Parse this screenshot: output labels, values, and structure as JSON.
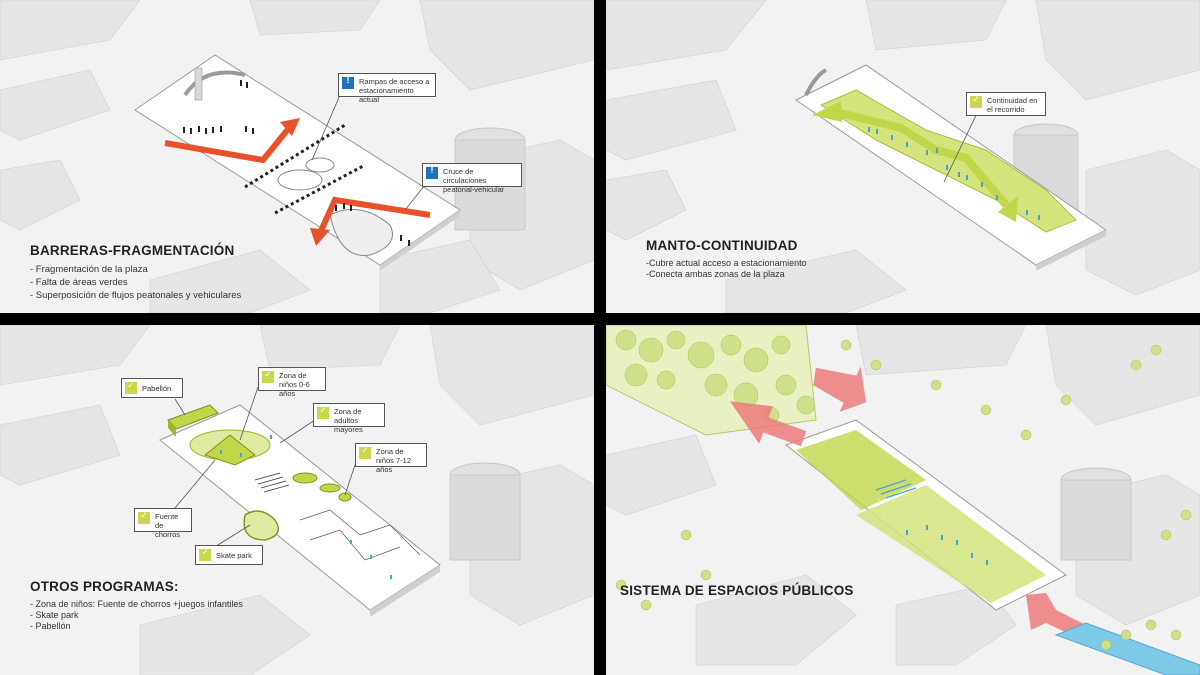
{
  "panels": {
    "barreras": {
      "title": "BARRERAS-FRAGMENTACIÓN",
      "bullets": [
        "- Fragmentación de la plaza",
        "- Falta de áreas verdes",
        "- Superposición de flujos peatonales y vehiculares"
      ],
      "callouts": [
        "Rampas de acceso a estacionamiento actual",
        "Cruce de circulaciones peatonal-vehicular"
      ]
    },
    "manto": {
      "title": "MANTO-CONTINUIDAD",
      "bullets": [
        "-Cubre actual acceso a estacionamiento",
        "-Conecta ambas zonas de la plaza"
      ],
      "callouts": [
        "Continuidad en el recorrido"
      ]
    },
    "otros": {
      "title": "OTROS PROGRAMAS:",
      "bullets": [
        "- Zona de niños: Fuente de chorros +juegos infantiles",
        "- Skate park",
        "- Pabellón"
      ],
      "callouts": {
        "pabellon": "Pabellón",
        "ninos06": "Zona de niños 0-6 años",
        "adultos": "Zona de adultos mayores",
        "ninos712": "Zona de niños 7-12 años",
        "fuente": "Fuente de chorros",
        "skate": "Skate park"
      }
    },
    "sistema": {
      "title": "SISTEMA DE ESPACIOS PÚBLICOS"
    }
  },
  "colors": {
    "background": "#f2f2f2",
    "building": "#e4e4e4",
    "building_side": "#d6d6d6",
    "arrow_red": "#e8512b",
    "arrow_pink": "#ec7b7b",
    "green": "#c2d64a",
    "green_dark": "#9cb52c",
    "warning_icon": "#1e73be",
    "water": "#7ec8e8"
  },
  "icons": [
    "warning-icon",
    "check-icon"
  ]
}
